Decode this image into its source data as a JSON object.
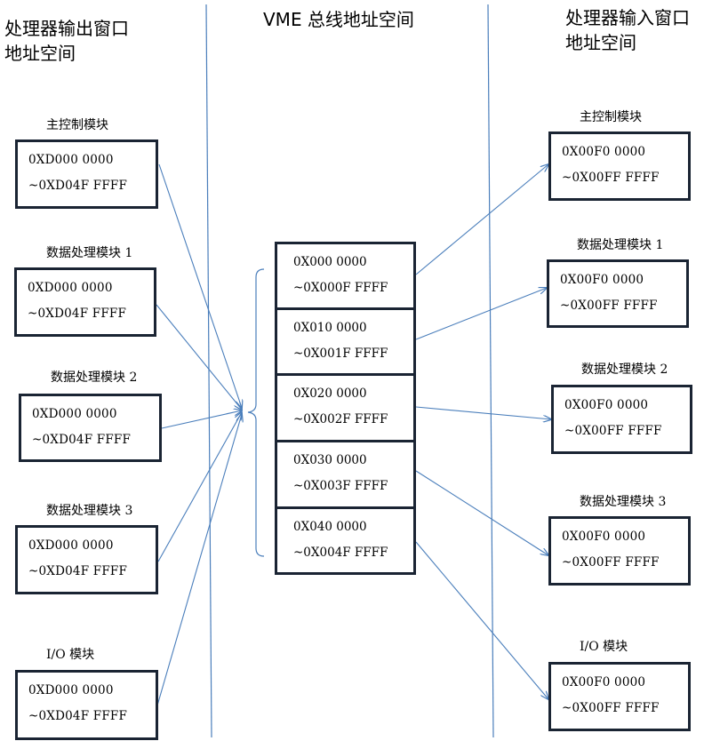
{
  "titles": {
    "left": [
      "处理器输出窗口",
      "地址空间"
    ],
    "center": "VME 总线地址空间",
    "right": [
      "处理器输入窗口",
      "地址空间"
    ]
  },
  "left_modules": [
    {
      "label": "主控制模块",
      "line1": "0XD000 0000",
      "line2": "~0XD04F FFFF"
    },
    {
      "label": "数据处理模块 1",
      "line1": "0XD000 0000",
      "line2": "~0XD04F FFFF"
    },
    {
      "label": "数据处理模块 2",
      "line1": "0XD000 0000",
      "line2": "~0XD04F FFFF"
    },
    {
      "label": "数据处理模块 3",
      "line1": "0XD000 0000",
      "line2": "~0XD04F FFFF"
    },
    {
      "label": "I/O 模块",
      "line1": "0XD000 0000",
      "line2": "~0XD04F FFFF"
    }
  ],
  "vme_segments": [
    {
      "line1": "0X000 0000",
      "line2": "~0X000F FFFF"
    },
    {
      "line1": "0X010 0000",
      "line2": "~0X001F FFFF"
    },
    {
      "line1": "0X020 0000",
      "line2": "~0X002F FFFF"
    },
    {
      "line1": "0X030 0000",
      "line2": "~0X003F FFFF"
    },
    {
      "line1": "0X040 0000",
      "line2": "~0X004F FFFF"
    }
  ],
  "right_modules": [
    {
      "label": "主控制模块",
      "line1": "0X00F0 0000",
      "line2": "~0X00FF FFFF"
    },
    {
      "label": "数据处理模块 1",
      "line1": "0X00F0 0000",
      "line2": "~0X00FF FFFF"
    },
    {
      "label": "数据处理模块 2",
      "line1": "0X00F0 0000",
      "line2": "~0X00FF FFFF"
    },
    {
      "label": "数据处理模块 3",
      "line1": "0X00F0 0000",
      "line2": "~0X00FF FFFF"
    },
    {
      "label": "I/O 模块",
      "line1": "0X00F0 0000",
      "line2": "~0X00FF FFFF"
    }
  ],
  "colors": {
    "line": "#4a7ebb",
    "box_border": "#1a2433"
  }
}
